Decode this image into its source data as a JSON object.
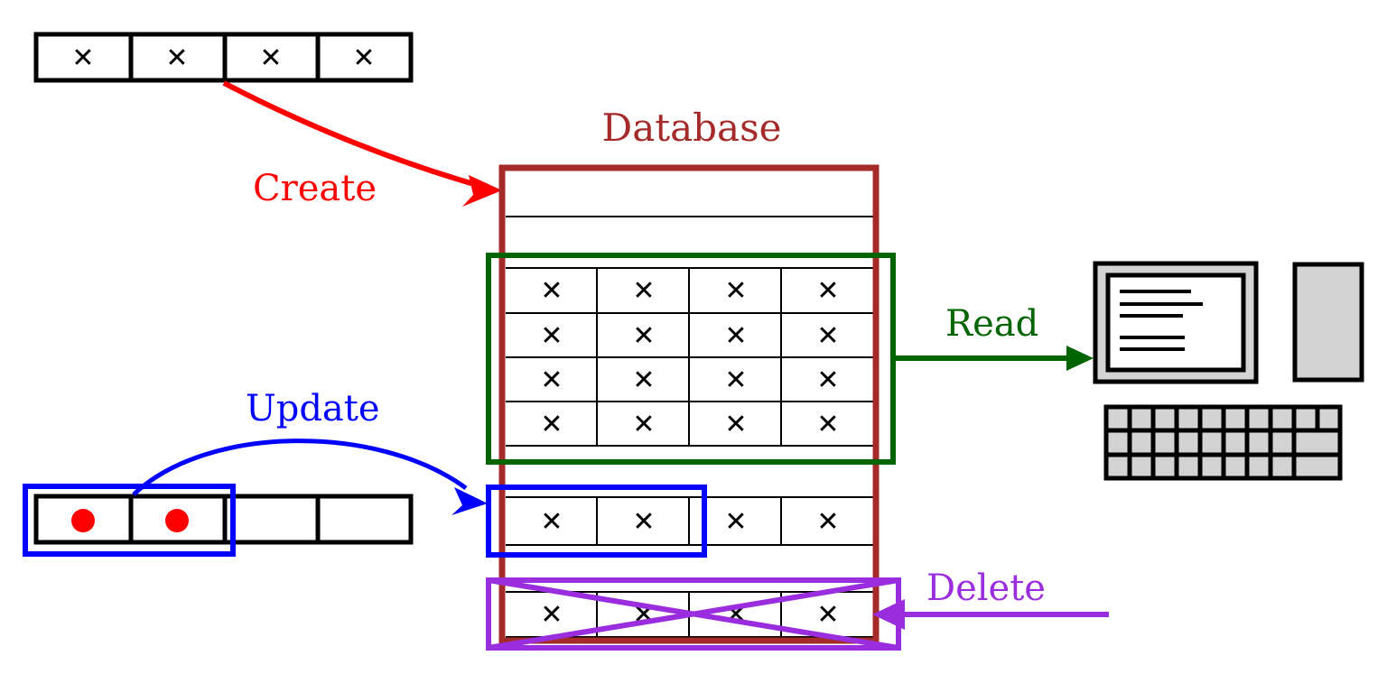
{
  "diagram": {
    "title_label": "Database",
    "title_color": "#A52A2A",
    "operations": [
      {
        "key": "create",
        "label": "Create",
        "color": "#FF0000"
      },
      {
        "key": "read",
        "label": "Read",
        "color": "#006400"
      },
      {
        "key": "update",
        "label": "Update",
        "color": "#0000FF"
      },
      {
        "key": "delete",
        "label": "Delete",
        "color": "#9A2EDE"
      }
    ],
    "cell_mark": "✕",
    "dot_color": "#FF0000",
    "database": {
      "border_color": "#A52A2A",
      "grid_color": "#000000",
      "row_groups": [
        {
          "name": "empty-top-row-1",
          "cells": 0
        },
        {
          "name": "empty-top-row-2",
          "cells": 0
        },
        {
          "name": "read-row-1",
          "cells": 4
        },
        {
          "name": "read-row-2",
          "cells": 4
        },
        {
          "name": "read-row-3",
          "cells": 4
        },
        {
          "name": "read-row-4",
          "cells": 4
        },
        {
          "name": "spacer-row",
          "cells": 0
        },
        {
          "name": "update-row",
          "cells": 4
        },
        {
          "name": "spacer-row-2",
          "cells": 0
        },
        {
          "name": "delete-row",
          "cells": 4
        }
      ]
    },
    "create_source_table": {
      "name": "create-record-row",
      "cells": [
        "✕",
        "✕",
        "✕",
        "✕"
      ]
    },
    "update_source_table": {
      "name": "update-record-row",
      "cells": [
        "dot",
        "dot",
        "",
        ""
      ],
      "highlight_cells": 2
    },
    "computer": {
      "name": "computer-workstation",
      "fill": "#D3D3D3",
      "stroke": "#000000",
      "screen_lines": 5
    }
  }
}
